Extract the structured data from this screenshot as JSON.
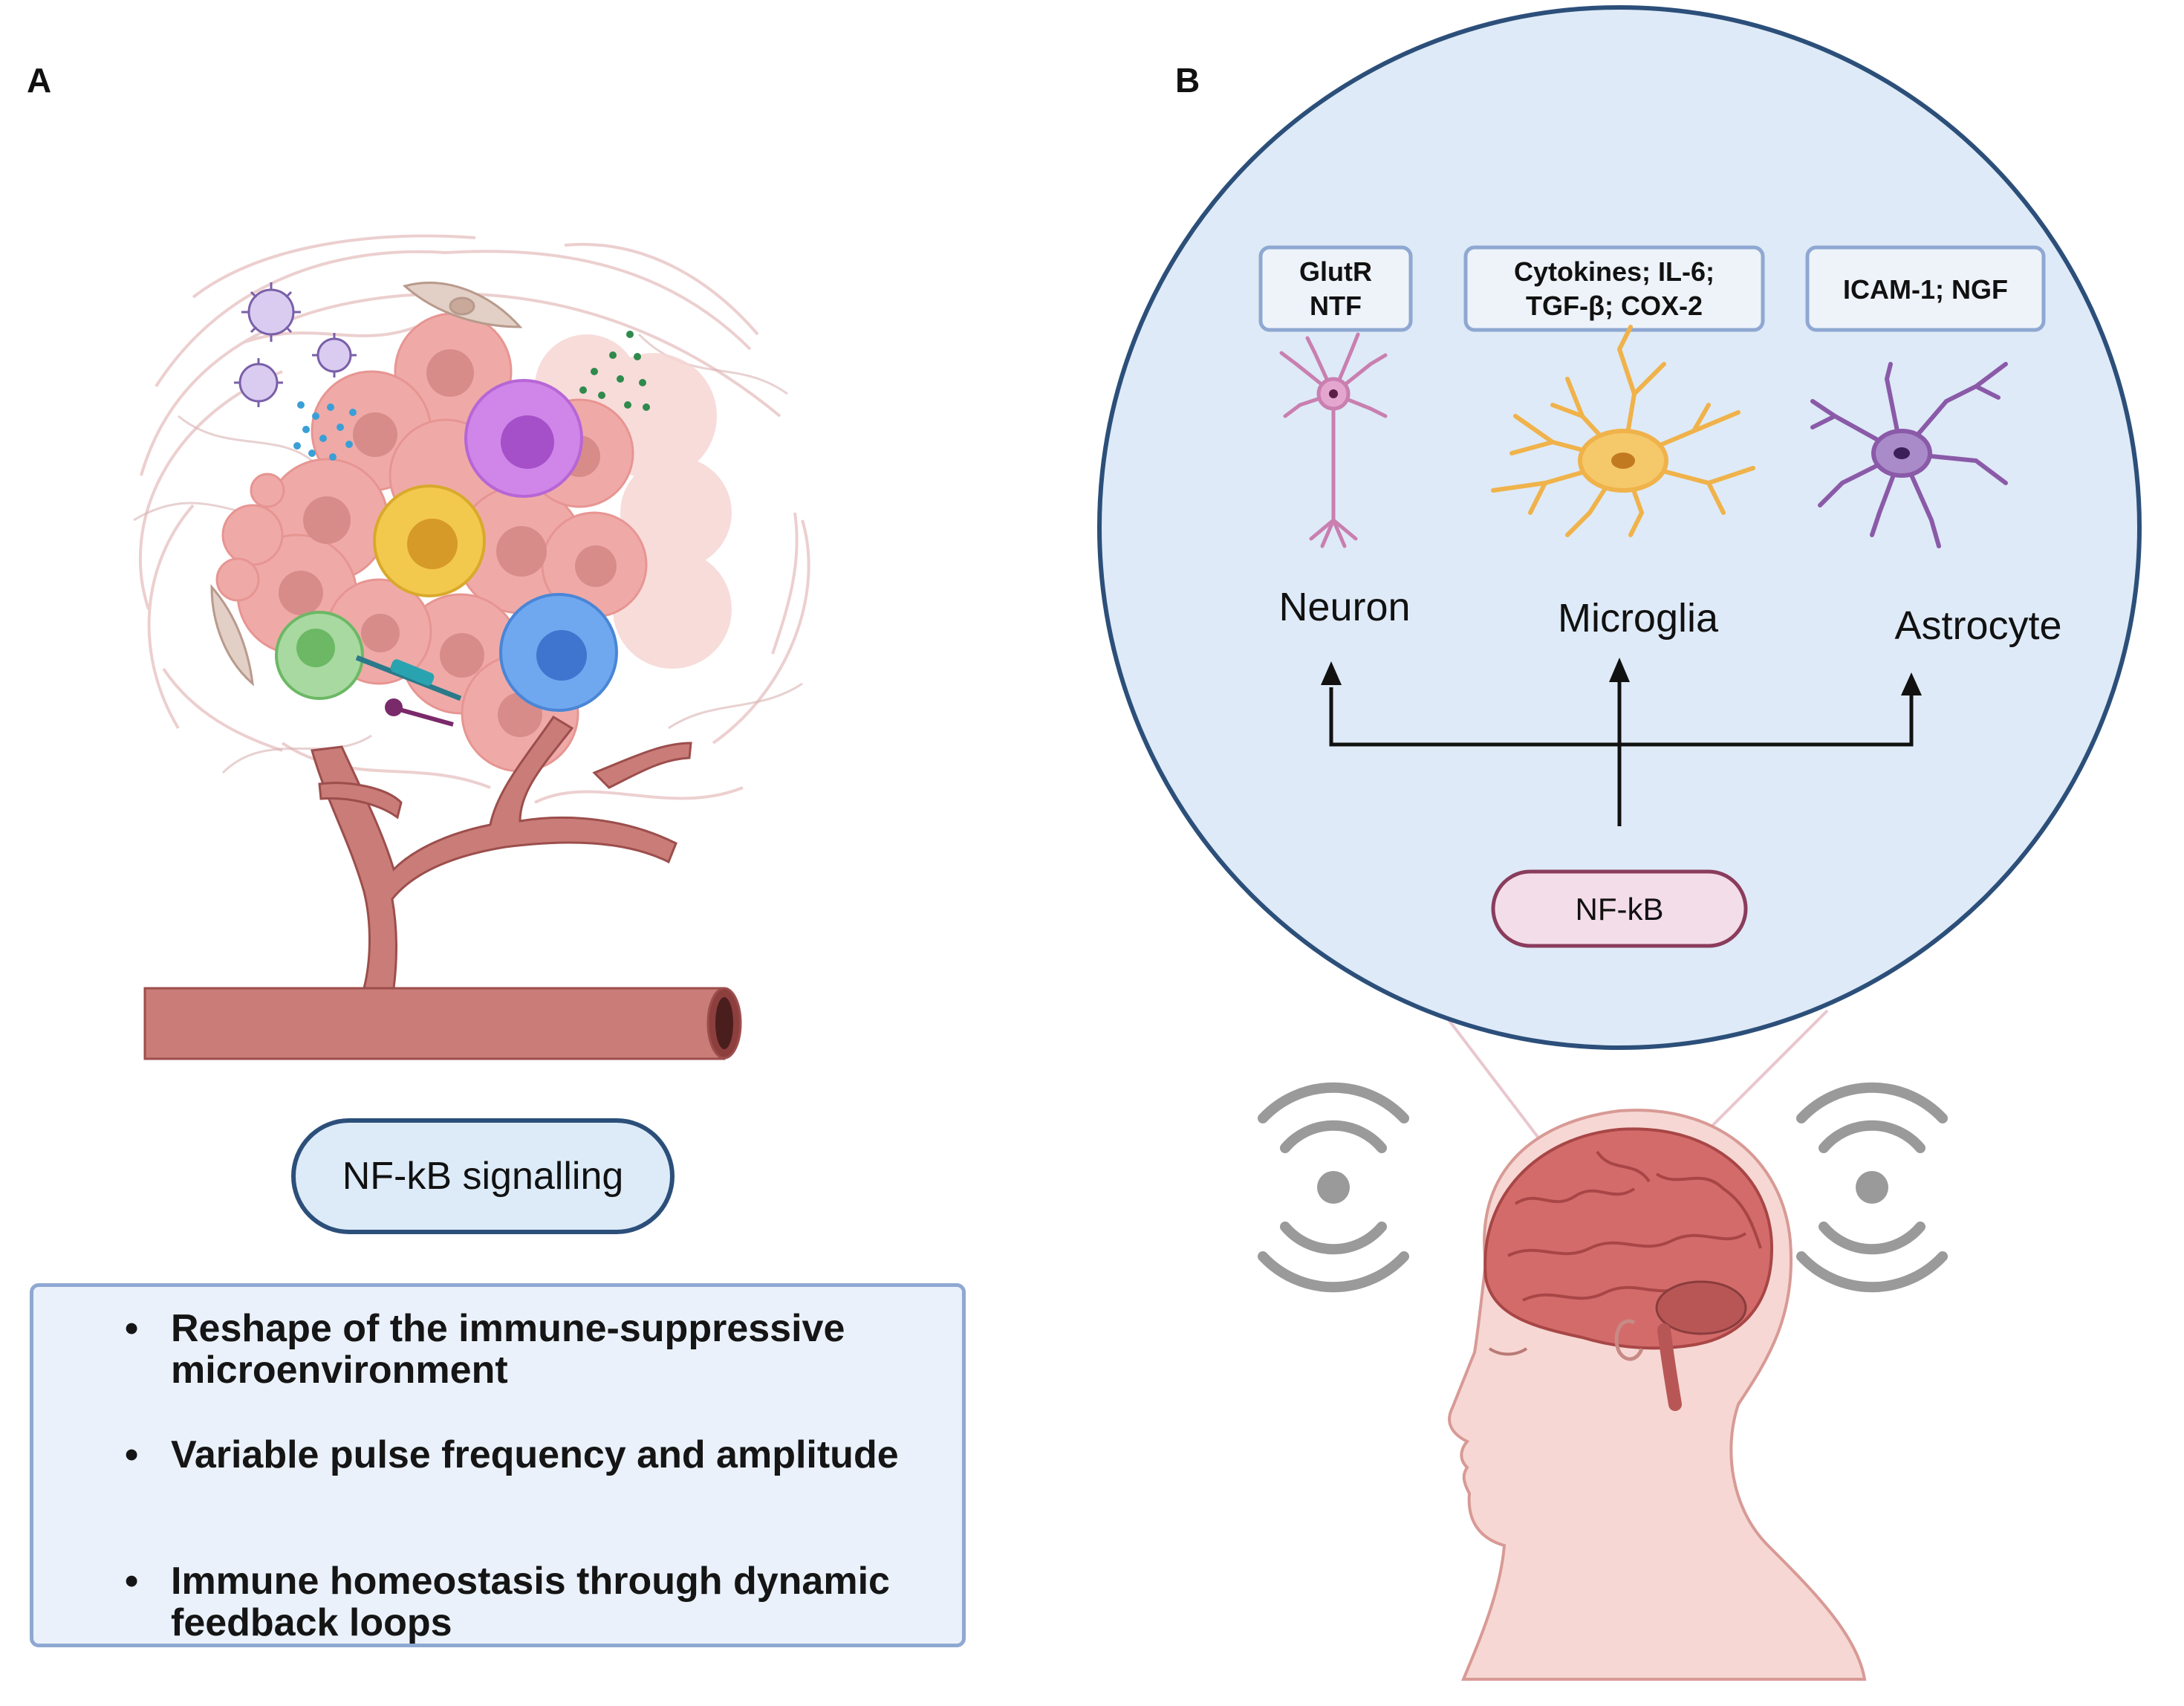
{
  "panel_a": {
    "label": "A",
    "signalling_label": "NF-kB signalling",
    "bullets": [
      "Reshape of the immune-suppressive microenvironment",
      "Variable pulse frequency and amplitude",
      "Immune homeostasis through dynamic feedback loops"
    ]
  },
  "panel_b": {
    "label": "B",
    "source_node": "NF-kB",
    "targets": [
      {
        "name": "Neuron",
        "factors": [
          "GlutR",
          "NTF"
        ],
        "color": "#c97fb0"
      },
      {
        "name": "Microglia",
        "factors": [
          "Cytokines; IL-6;",
          "TGF-β; COX-2"
        ],
        "color": "#f0b24a"
      },
      {
        "name": "Astrocyte",
        "factors": [
          "ICAM-1; NGF"
        ],
        "color": "#8a5aa8"
      }
    ]
  },
  "colors": {
    "circle_fill": "#deeaf7",
    "circle_stroke": "#2c4f7a",
    "factor_box_stroke": "#8fa8d2",
    "nfkb_fill": "#f3dde8",
    "nfkb_stroke": "#8a3c5c",
    "vessel": "#c97c78",
    "tumor_cell": "#efaaa8",
    "signal_waves": "#9a9a9a",
    "brain": "#d36b6b"
  }
}
